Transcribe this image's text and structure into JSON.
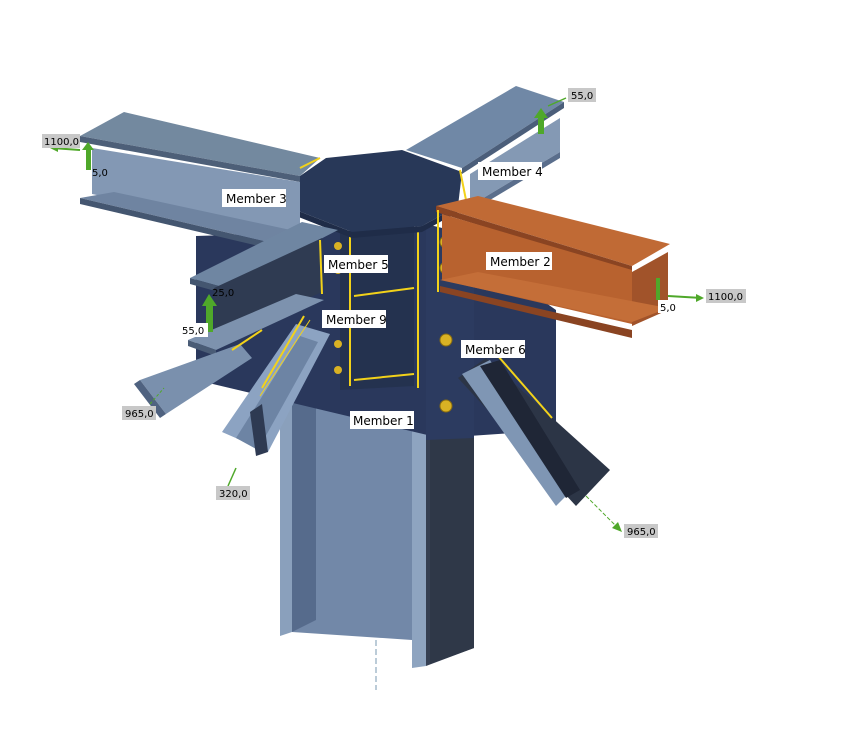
{
  "colors": {
    "steel_light": "#6f86a6",
    "steel_mid": "#4f6689",
    "steel_dark": "#2c3a58",
    "steel_shadow": "#3a4354",
    "plate_navy": "#28375a",
    "highlight_member": "#b8622f",
    "highlight_member_dark": "#8a4422",
    "weld": "#f2d21a",
    "bolt": "#d9b224",
    "arrow_green": "#4fa82a",
    "label_bg": "#ffffff",
    "dim_bg": "#c8c8c8"
  },
  "members": [
    {
      "id": "member-1",
      "label": "Member 1"
    },
    {
      "id": "member-2",
      "label": "Member 2"
    },
    {
      "id": "member-3",
      "label": "Member 3"
    },
    {
      "id": "member-4",
      "label": "Member 4"
    },
    {
      "id": "member-5",
      "label": "Member 5"
    },
    {
      "id": "member-6",
      "label": "Member 6"
    },
    {
      "id": "member-9",
      "label": "Member 9"
    }
  ],
  "dimensions": [
    {
      "id": "dim-top-left-length",
      "text": "1100,0"
    },
    {
      "id": "dim-top-left-offset",
      "text": "5,0"
    },
    {
      "id": "dim-top-right-offset",
      "text": "55,0"
    },
    {
      "id": "dim-right-length",
      "text": "1100,0"
    },
    {
      "id": "dim-right-offset",
      "text": "5,0"
    },
    {
      "id": "dim-left-vertical",
      "text": "25,0"
    },
    {
      "id": "dim-left-offset",
      "text": "55,0"
    },
    {
      "id": "dim-left-diagonal",
      "text": "965,0"
    },
    {
      "id": "dim-bottom-diagonal",
      "text": "320,0"
    },
    {
      "id": "dim-right-diagonal",
      "text": "965,0"
    }
  ]
}
